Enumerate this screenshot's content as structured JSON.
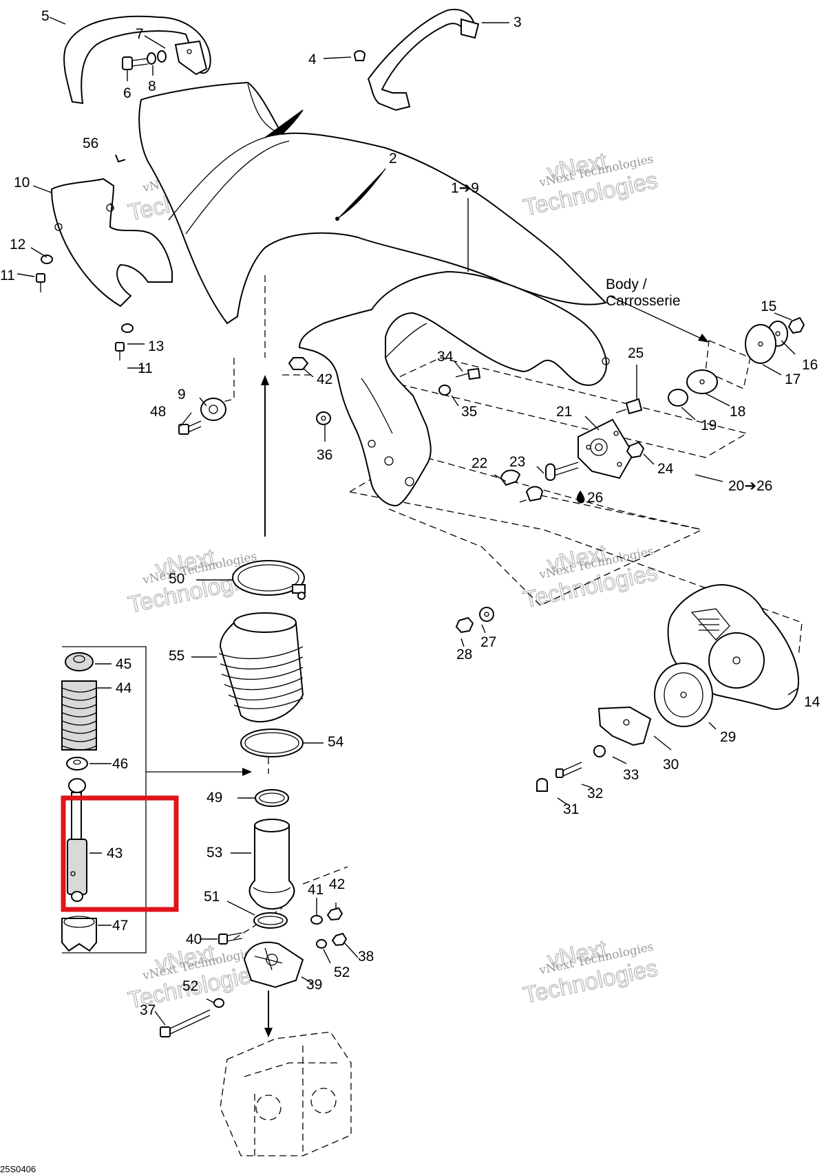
{
  "diagram": {
    "doc_code": "25S0406",
    "body_label_line1": "Body /",
    "body_label_line2": "Carrosserie",
    "watermark_line1": "vNext",
    "watermark_line2": "Technologies",
    "watermark_small": "vNext Technologies",
    "highlight_color": "#e0141b",
    "callouts": {
      "c1": "1➔9",
      "c2": "2",
      "c3": "3",
      "c4": "4",
      "c5": "5",
      "c6": "6",
      "c7": "7",
      "c8": "8",
      "c9": "9",
      "c10": "10",
      "c11a": "11",
      "c11b": "11",
      "c12": "12",
      "c13": "13",
      "c14": "14",
      "c15": "15",
      "c16": "16",
      "c17": "17",
      "c18": "18",
      "c19": "19",
      "c20": "20➔26",
      "c21": "21",
      "c22": "22",
      "c23": "23",
      "c24": "24",
      "c25": "25",
      "c26": "26",
      "c27": "27",
      "c28": "28",
      "c29": "29",
      "c30": "30",
      "c31": "31",
      "c32": "32",
      "c33": "33",
      "c34": "34",
      "c35": "35",
      "c36": "36",
      "c37": "37",
      "c38": "38",
      "c39": "39",
      "c40": "40",
      "c41": "41",
      "c42a": "42",
      "c42b": "42",
      "c43": "43",
      "c44": "44",
      "c45": "45",
      "c46": "46",
      "c47": "47",
      "c48": "48",
      "c49": "49",
      "c50": "50",
      "c51": "51",
      "c52a": "52",
      "c52b": "52",
      "c53": "53",
      "c54": "54",
      "c55": "55",
      "c56": "56"
    }
  }
}
